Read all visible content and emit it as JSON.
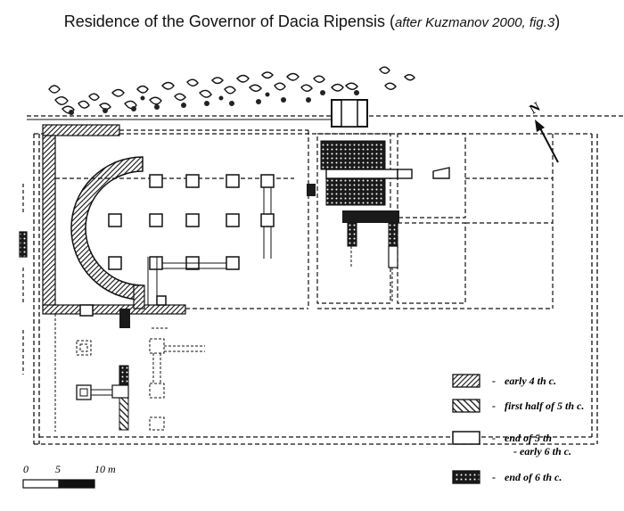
{
  "title": {
    "main": "Residence of the Governor of Dacia Ripensis",
    "paren_open": " (",
    "note": "after Kuzmanov 2000, fig.3",
    "paren_close": ")"
  },
  "north": {
    "label": "N"
  },
  "scale": {
    "ticks": [
      "0",
      "5",
      "10 m"
    ]
  },
  "legend": {
    "dash": "-",
    "items": [
      {
        "label": "early 4 th c."
      },
      {
        "label": "first half of 5 th c."
      },
      {
        "label": "end of 5 th",
        "label2": "- early 6 th c."
      },
      {
        "label": "end of 6 th c."
      }
    ]
  }
}
